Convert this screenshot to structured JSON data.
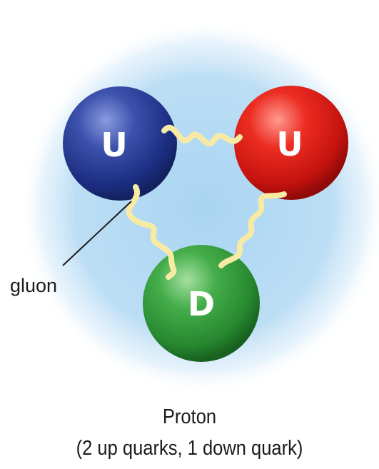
{
  "diagram": {
    "quarks": [
      {
        "id": "up-1",
        "label": "U",
        "color": "#243a92"
      },
      {
        "id": "up-2",
        "label": "U",
        "color": "#e0201e"
      },
      {
        "id": "down-1",
        "label": "D",
        "color": "#2f9a3c"
      }
    ],
    "gluon_color": "#f7eba4",
    "glow_color": "#a9d5f2",
    "annotation": "gluon",
    "caption_title": "Proton",
    "caption_subtitle": "(2 up quarks, 1 down quark)"
  }
}
